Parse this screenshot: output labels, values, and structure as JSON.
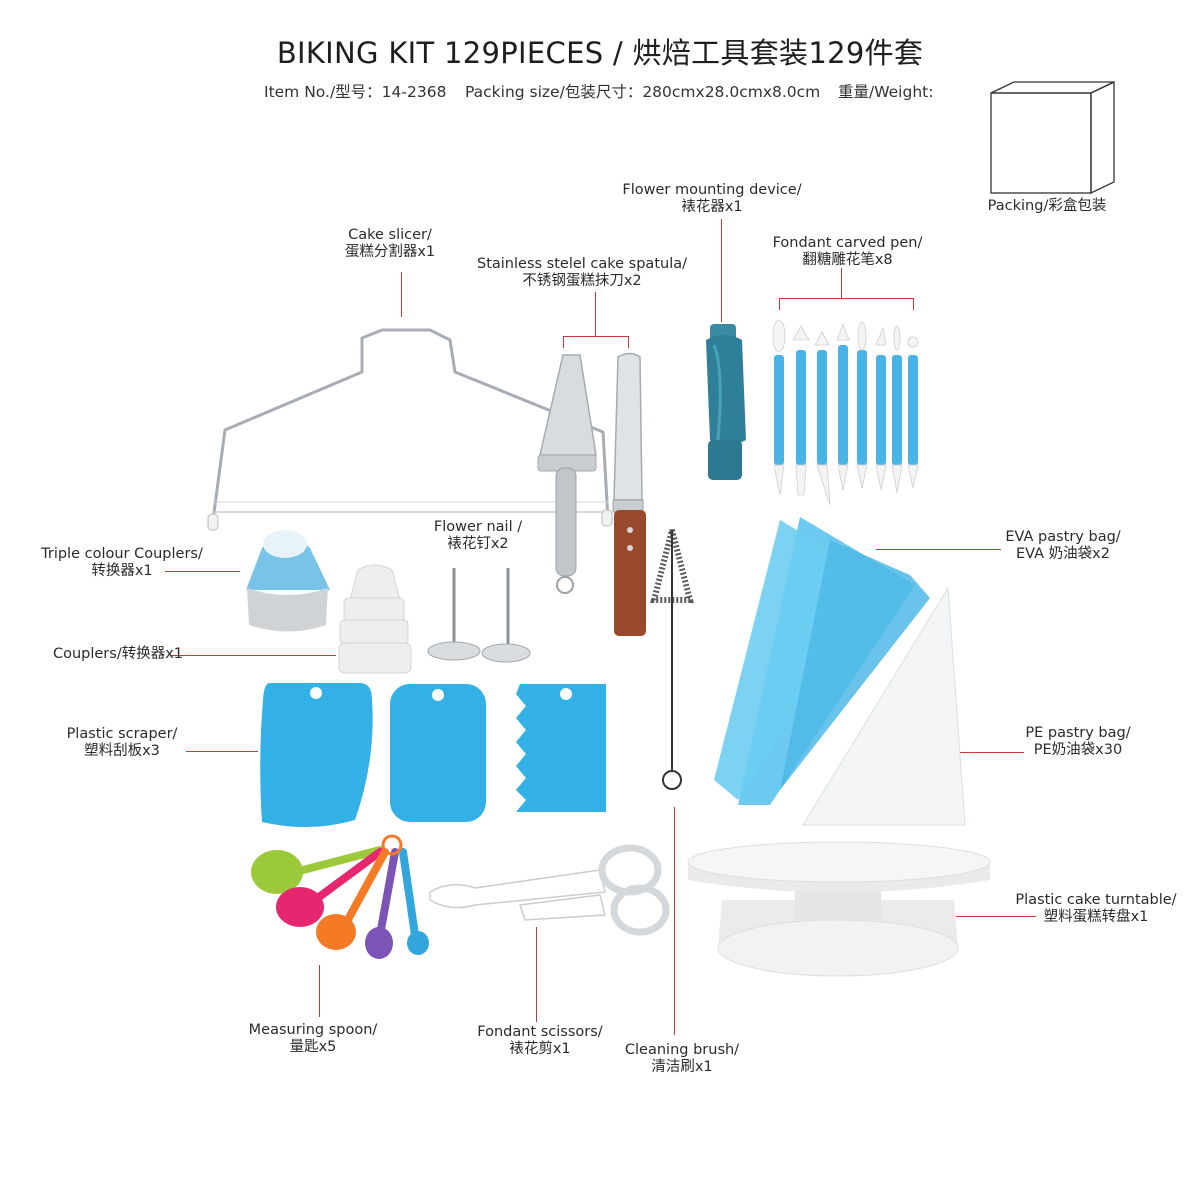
{
  "header": {
    "title": "BIKING KIT 129PIECES / 烘焙工具套装129件套",
    "item_no": "Item No./型号：14-2368",
    "packing_size": "Packing size/包装尺寸：280cmx28.0cmx8.0cm",
    "weight": "重量/Weight:"
  },
  "packing": {
    "label": "Packing/彩盒包装"
  },
  "items": {
    "flower_mounting_device": {
      "en": "Flower mounting device/",
      "zh": "裱花器x1"
    },
    "cake_slicer": {
      "en": "Cake slicer/",
      "zh": "蛋糕分割器x1"
    },
    "fondant_carved_pen": {
      "en": "Fondant carved pen/",
      "zh": "翻糖雕花笔x8"
    },
    "cake_spatula": {
      "en": "Stainless stelel cake spatula/",
      "zh": "不锈钢蛋糕抹刀x2"
    },
    "triple_coupler": {
      "en": "Triple colour Couplers/",
      "zh": "转换器x1"
    },
    "flower_nail": {
      "en": "Flower nail /",
      "zh": "裱花钉x2"
    },
    "eva_bag": {
      "en": "EVA pastry bag/",
      "zh": "EVA 奶油袋x2"
    },
    "couplers": {
      "en": "Couplers/转换器x1"
    },
    "plastic_scraper": {
      "en": "Plastic scraper/",
      "zh": "塑料刮板x3"
    },
    "pe_bag": {
      "en": "PE pastry bag/",
      "zh": "PE奶油袋x30"
    },
    "turntable": {
      "en": "Plastic cake turntable/",
      "zh": "塑料蛋糕转盘x1"
    },
    "measuring_spoon": {
      "en": "Measuring spoon/",
      "zh": "量匙x5"
    },
    "fondant_scissors": {
      "en": "Fondant scissors/",
      "zh": "裱花剪x1"
    },
    "cleaning_brush": {
      "en": "Cleaning brush/",
      "zh": "清洁刷x1"
    }
  },
  "colors": {
    "leader_line": "#c23b3b",
    "tool_blue": "#4ab3e6",
    "bag_blue": "#5cc4ef",
    "teal_handle": "#2f7f99",
    "wood": "#9a4a2c"
  }
}
